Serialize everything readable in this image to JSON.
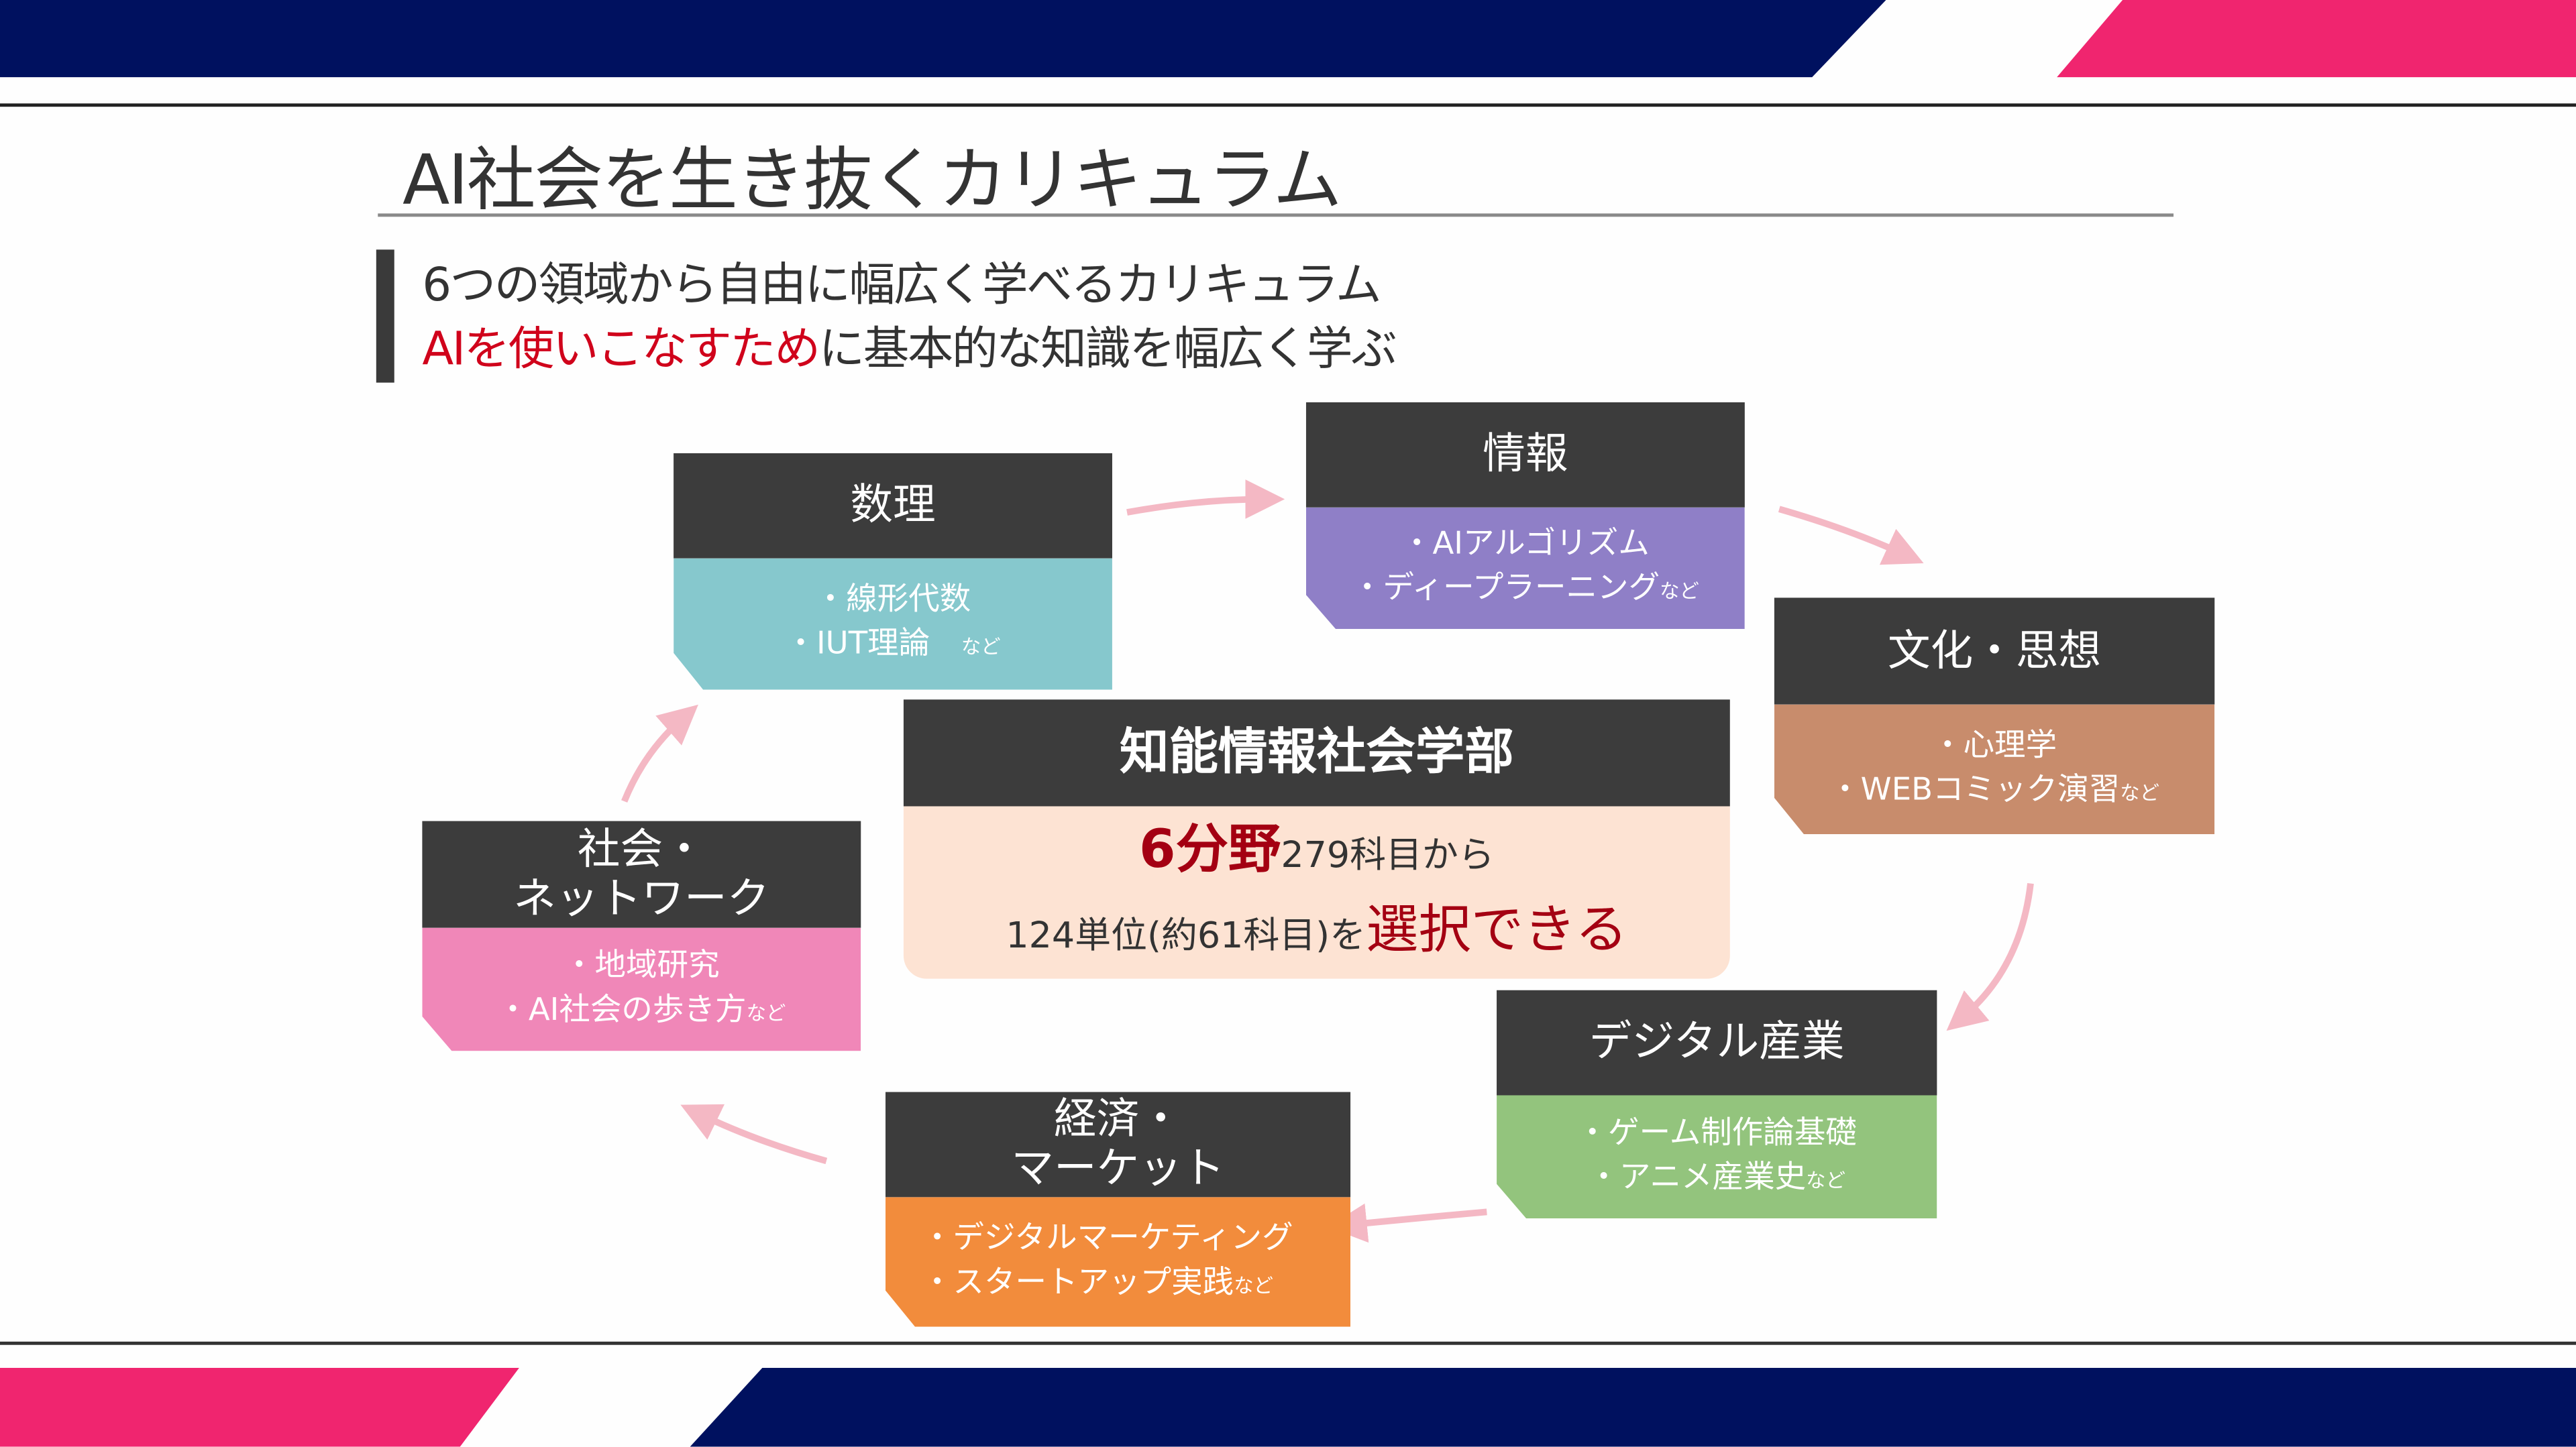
{
  "slide": {
    "title": "AI社会を生き抜くカリキュラム",
    "subtitle_line1": "6つの領域から自由に幅広く学べるカリキュラム",
    "subtitle_line2_highlight": "AIを使いこなすため",
    "subtitle_line2_rest": "に基本的な知識を幅広く学ぶ"
  },
  "center": {
    "title": "知能情報社会学部",
    "line1_highlight": "6分野",
    "line1_rest": "279科目から",
    "line2_rest": "124単位(約61科目)を",
    "line2_highlight": "選択できる"
  },
  "fields": [
    {
      "title": "数理",
      "items": [
        "・線形代数",
        "・IUT理論"
      ],
      "suffix": "など",
      "color": "#86c8cd"
    },
    {
      "title": "情報",
      "items": [
        "・AIアルゴリズム",
        "・ディープラーニング"
      ],
      "suffix": "など",
      "color": "#8f7fc7"
    },
    {
      "title": "文化・思想",
      "items": [
        "・心理学",
        "・WEBコミック演習"
      ],
      "suffix": "など",
      "color": "#c88c6c"
    },
    {
      "title": "デジタル産業",
      "items": [
        "・ゲーム制作論基礎",
        "・アニメ産業史"
      ],
      "suffix": "など",
      "color": "#93c47d"
    },
    {
      "title": "経済・\nマーケット",
      "title1": "経済・",
      "title2": "マーケット",
      "items": [
        "・デジタルマーケティング",
        "・スタートアップ実践"
      ],
      "suffix": "など",
      "color": "#f28c3c"
    },
    {
      "title1": "社会・",
      "title2": "ネットワーク",
      "items": [
        "・地域研究",
        "・AI社会の歩き方"
      ],
      "suffix": "など",
      "color": "#f087b8"
    }
  ],
  "colors": {
    "navy": "#00115f",
    "pink": "#f0256f",
    "header": "#3c3c3c",
    "arrow": "#f4b8c4"
  }
}
